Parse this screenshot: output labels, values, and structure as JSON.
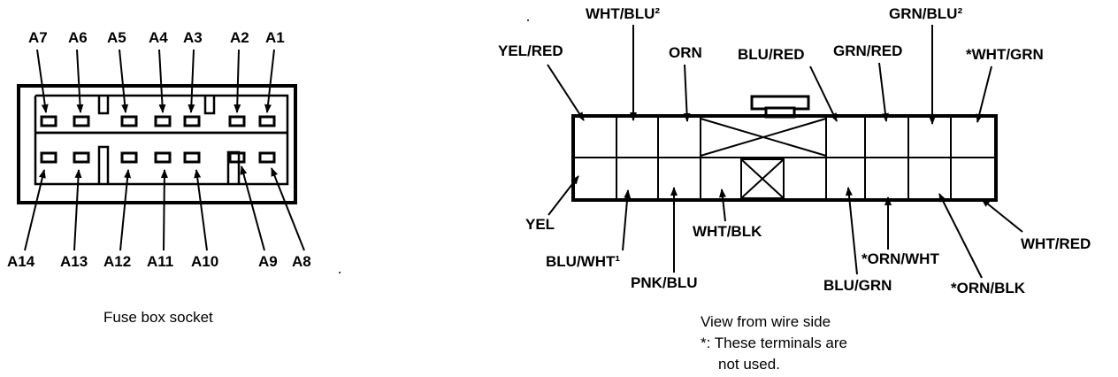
{
  "fuse_box": {
    "caption": "Fuse box socket",
    "top_labels": [
      "A7",
      "A6",
      "A5",
      "A4",
      "A3",
      "A2",
      "A1"
    ],
    "bottom_labels": [
      "A14",
      "A13",
      "A12",
      "A11",
      "A10",
      "A9",
      "A8"
    ]
  },
  "connector": {
    "caption_line1": "View from wire side",
    "caption_line2": "*: These terminals are",
    "caption_line3": "not used.",
    "top_wires": [
      "YEL/RED",
      "WHT/BLU²",
      "ORN",
      "BLU/RED",
      "GRN/RED",
      "GRN/BLU²",
      "*WHT/GRN"
    ],
    "bottom_wires": [
      "YEL",
      "BLU/WHT¹",
      "PNK/BLU",
      "WHT/BLK",
      "BLU/GRN",
      "*ORN/WHT",
      "*ORN/BLK",
      "WHT/RED"
    ]
  }
}
